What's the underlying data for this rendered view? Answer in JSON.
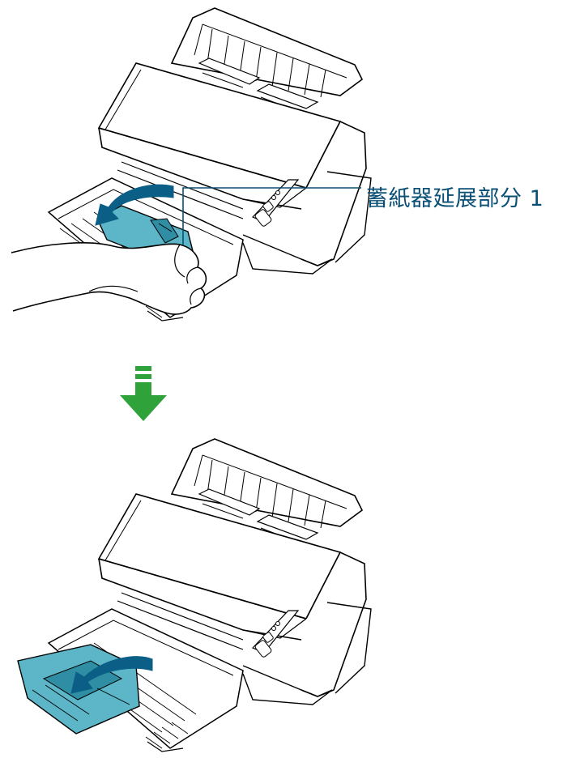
{
  "callout": {
    "label": "蓄紙器延展部分 1"
  },
  "colors": {
    "outline": "#000000",
    "part_fill": "#5cb6c7",
    "part_fill_dark": "#2f8ea4",
    "arrow_blue": "#0b5f86",
    "callout_line": "#0a4f75",
    "down_arrow": "#2fa33a"
  },
  "steps": [
    {
      "name": "step-1",
      "action": "pull-extension-out"
    },
    {
      "name": "step-2",
      "action": "extension-extended"
    }
  ],
  "icons": [
    "hand-icon",
    "rotate-arrow-icon",
    "down-arrow-icon",
    "scanner-icon"
  ]
}
